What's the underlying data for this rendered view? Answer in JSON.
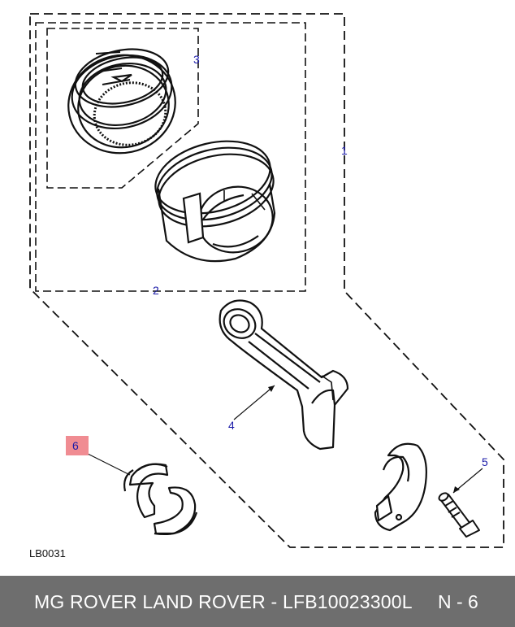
{
  "diagram": {
    "callouts": [
      {
        "id": "1",
        "label": "1"
      },
      {
        "id": "2",
        "label": "2"
      },
      {
        "id": "3",
        "label": "3"
      },
      {
        "id": "4",
        "label": "4"
      },
      {
        "id": "5",
        "label": "5"
      },
      {
        "id": "6",
        "label": "6"
      }
    ],
    "highlight_callout": "6",
    "highlight_color": "#f08c92",
    "callout_color": "#1a1aa8",
    "reference_code": "LB0031"
  },
  "footer": {
    "title": "MG ROVER LAND ROVER - LFB10023300L",
    "page": "N - 6",
    "background": "#6e6e6e",
    "text_color": "#ffffff"
  }
}
